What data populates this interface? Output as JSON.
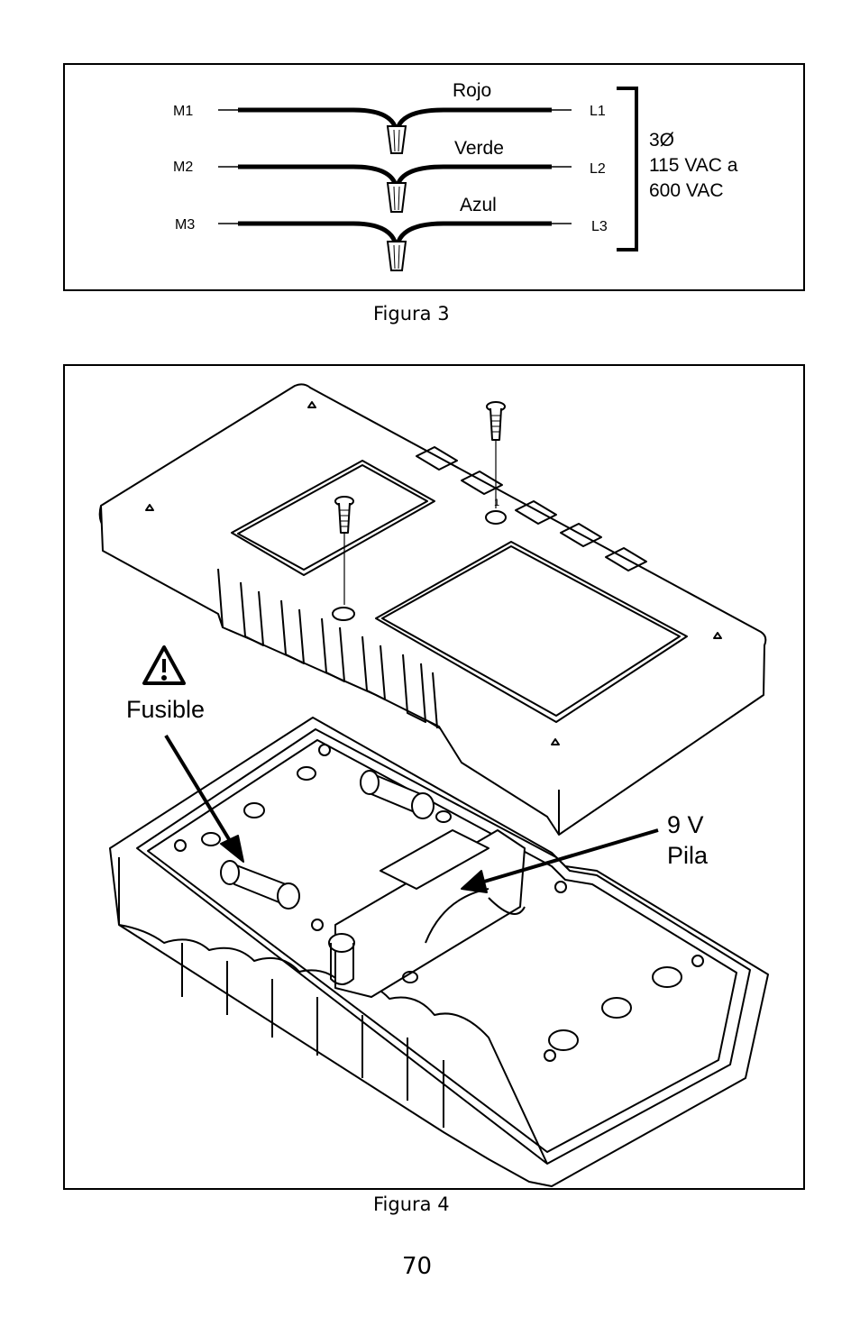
{
  "figure3": {
    "wires": [
      {
        "motor": "M1",
        "color": "Rojo",
        "line": "L1"
      },
      {
        "motor": "M2",
        "color": "Verde",
        "line": "L2"
      },
      {
        "motor": "M3",
        "color": "Azul",
        "line": "L3"
      }
    ],
    "supply": {
      "phase": "3Ø",
      "range_low": "115 VAC a",
      "range_high": "600 VAC"
    },
    "caption": "Figura 3"
  },
  "figure4": {
    "fuse_label": "Fusible",
    "battery_label_1": "9 V",
    "battery_label_2": "Pila",
    "caption": "Figura 4",
    "screw_marker": "1"
  },
  "page_number": "70"
}
